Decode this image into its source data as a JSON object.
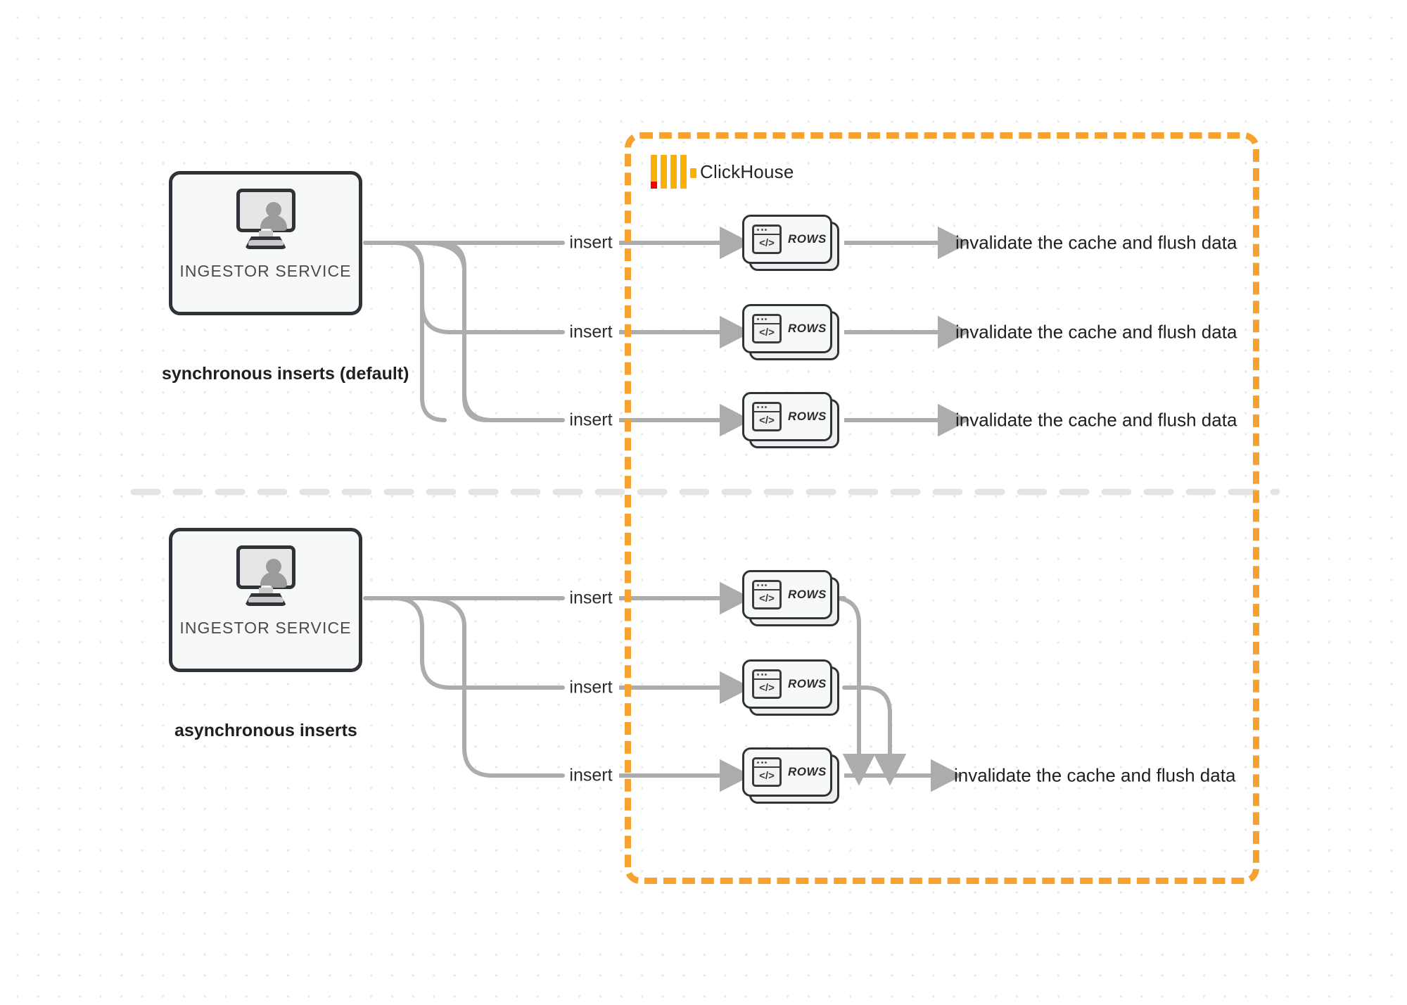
{
  "diagram": {
    "title": "ClickHouse synchronous vs asynchronous inserts",
    "colors": {
      "boundary": "#F7A230",
      "logo_orange": "#FAB005",
      "logo_red": "#F40000",
      "connector": "#ACACAC",
      "node_border": "#2F3338",
      "divider": "#E2E2E2",
      "background": "#FFFFFF",
      "grid_dot": "#E8E6E6"
    }
  },
  "boundary": {
    "name": "ClickHouse",
    "logo_icon": "clickhouse-logo"
  },
  "sections": [
    {
      "id": "sync",
      "caption": "synchronous inserts (default)",
      "ingestor": {
        "label": "INGESTOR SERVICE",
        "icon": "monitor-user-icon"
      },
      "flows": [
        {
          "insert_label": "insert",
          "node": {
            "label": "ROWS",
            "icon": "code-window-icon"
          },
          "result_label": "invalidate the cache and flush data"
        },
        {
          "insert_label": "insert",
          "node": {
            "label": "ROWS",
            "icon": "code-window-icon"
          },
          "result_label": "invalidate the cache and flush data"
        },
        {
          "insert_label": "insert",
          "node": {
            "label": "ROWS",
            "icon": "code-window-icon"
          },
          "result_label": "invalidate the cache and flush data"
        }
      ]
    },
    {
      "id": "async",
      "caption": "asynchronous inserts",
      "ingestor": {
        "label": "INGESTOR SERVICE",
        "icon": "monitor-user-icon"
      },
      "flows": [
        {
          "insert_label": "insert",
          "node": {
            "label": "ROWS",
            "icon": "code-window-icon"
          }
        },
        {
          "insert_label": "insert",
          "node": {
            "label": "ROWS",
            "icon": "code-window-icon"
          }
        },
        {
          "insert_label": "insert",
          "node": {
            "label": "ROWS",
            "icon": "code-window-icon"
          }
        }
      ],
      "merged_result_label": "invalidate the cache and flush data"
    }
  ],
  "code_glyph": "</>"
}
